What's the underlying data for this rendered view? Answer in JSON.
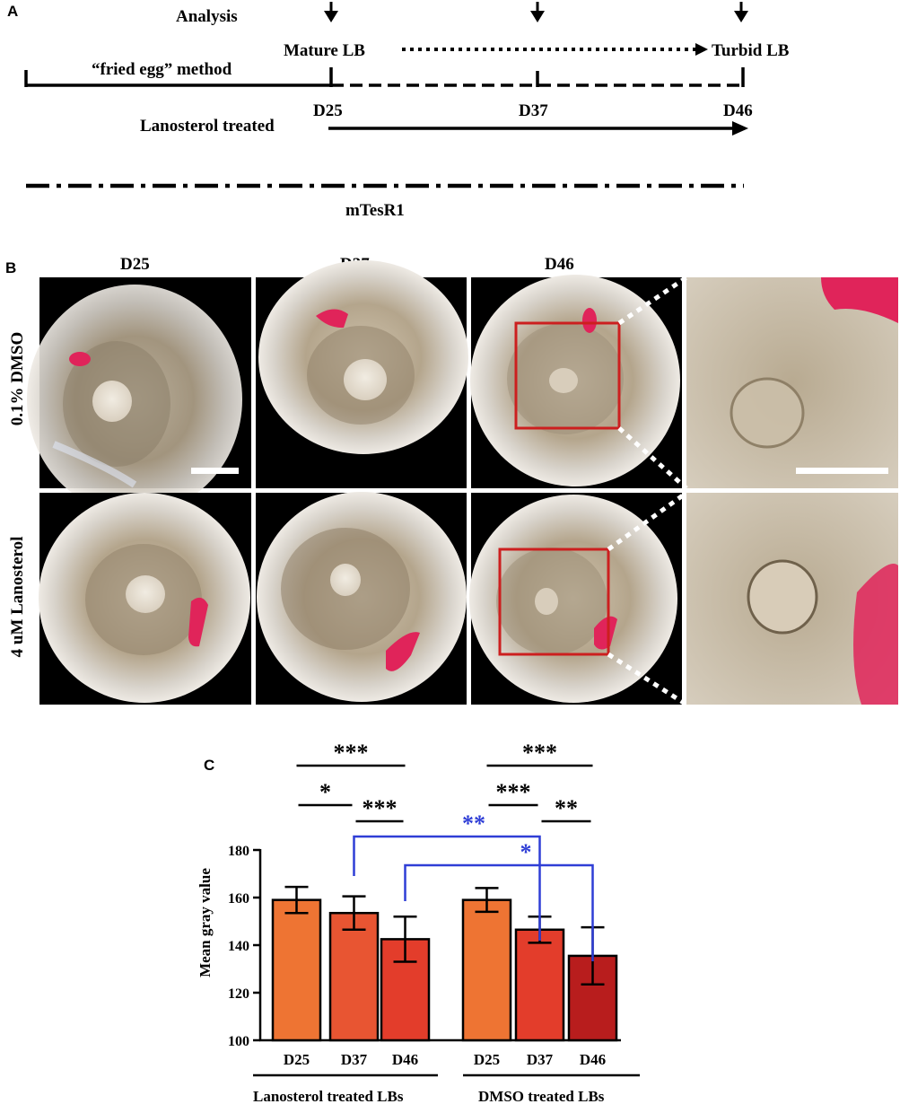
{
  "panel_a": {
    "label": "A",
    "analysis_label": "Analysis",
    "mature_label": "Mature LB",
    "turbid_label": "Turbid LB",
    "fried_egg_label": "“fried egg” method",
    "days": [
      "D25",
      "D37",
      "D46"
    ],
    "lanosterol_label": "Lanosterol  treated",
    "medium_label": "mTesR1"
  },
  "panel_b": {
    "label": "B",
    "col_headers": [
      "D25",
      "D37",
      "D46"
    ],
    "row_labels": [
      "0.1%  DMSO",
      "4 uM Lanosterol"
    ],
    "box_color": "#cc1f1f",
    "lens_color": "#d9cbb5",
    "dye_color": "#e0245a"
  },
  "panel_c": {
    "label": "C"
  },
  "chart_data": {
    "type": "bar",
    "ylabel": "Mean gray value",
    "ylim": [
      100,
      180
    ],
    "yticks": [
      100,
      120,
      140,
      160,
      180
    ],
    "groups": [
      "Lanosterol treated LBs",
      "DMSO treated LBs"
    ],
    "categories": [
      "D25",
      "D37",
      "D46",
      "D25",
      "D37",
      "D46"
    ],
    "values": [
      159,
      153.5,
      142.5,
      159,
      146.5,
      135.5
    ],
    "errors": [
      5.5,
      7,
      9.5,
      5,
      5.5,
      12
    ],
    "colors": [
      "#ee7433",
      "#e85532",
      "#e33d2b",
      "#ee7433",
      "#e33d2b",
      "#b81d1d"
    ],
    "significance": [
      {
        "from": 0,
        "to": 2,
        "label": "***",
        "color": "#000000"
      },
      {
        "from": 0,
        "to": 1,
        "label": "*",
        "color": "#000000"
      },
      {
        "from": 1,
        "to": 2,
        "label": "***",
        "color": "#000000"
      },
      {
        "from": 3,
        "to": 5,
        "label": "***",
        "color": "#000000"
      },
      {
        "from": 3,
        "to": 4,
        "label": "***",
        "color": "#000000"
      },
      {
        "from": 4,
        "to": 5,
        "label": "**",
        "color": "#000000"
      },
      {
        "from": 1,
        "to": 4,
        "label": "**",
        "color": "#2f3ed6"
      },
      {
        "from": 2,
        "to": 5,
        "label": "*",
        "color": "#2f3ed6"
      }
    ]
  }
}
